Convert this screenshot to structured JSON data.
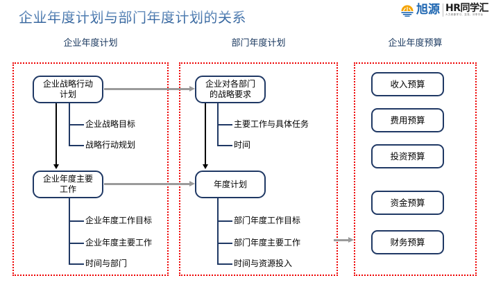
{
  "slide": {
    "title": "企业年度计划与部门年度计划的关系",
    "title_color": "#3c6ea8",
    "background": "#ffffff"
  },
  "logo": {
    "icon": "sun-rays-icon",
    "brand_cn": "旭源",
    "brand_en": "HR同学汇",
    "brand_sub": "人力资源学习、交流、分享平台",
    "brand_cn_color": "#1b64b0"
  },
  "columns": [
    {
      "header": "企业年度计划",
      "group_color": "#ee0000",
      "nodes": [
        {
          "label": "企业战略行动\n计划",
          "children": [
            "企业战略目标",
            "战略行动规划"
          ]
        },
        {
          "label": "企业年度主要\n工作",
          "children": [
            "企业年度工作目标",
            "企业年度主要工作",
            "时间与部门"
          ]
        }
      ]
    },
    {
      "header": "部门年度计划",
      "group_color": "#ee0000",
      "nodes": [
        {
          "label": "企业对各部门\n的战略要求",
          "children": [
            "主要工作与具体任务",
            "时间"
          ]
        },
        {
          "label": "年度计划",
          "children": [
            "部门年度工作目标",
            "部门年度主要工作",
            "时间与资源投入"
          ]
        }
      ]
    },
    {
      "header": "企业年度预算",
      "group_color": "#ee0000",
      "budget_items": [
        "收入预算",
        "费用预算",
        "投资预算",
        "资金预算",
        "财务预算"
      ]
    }
  ],
  "connectors": {
    "arrow_gray_color": "#9a9a9a",
    "arrow_black_color": "#000000",
    "bracket_color": "#1f3864"
  }
}
